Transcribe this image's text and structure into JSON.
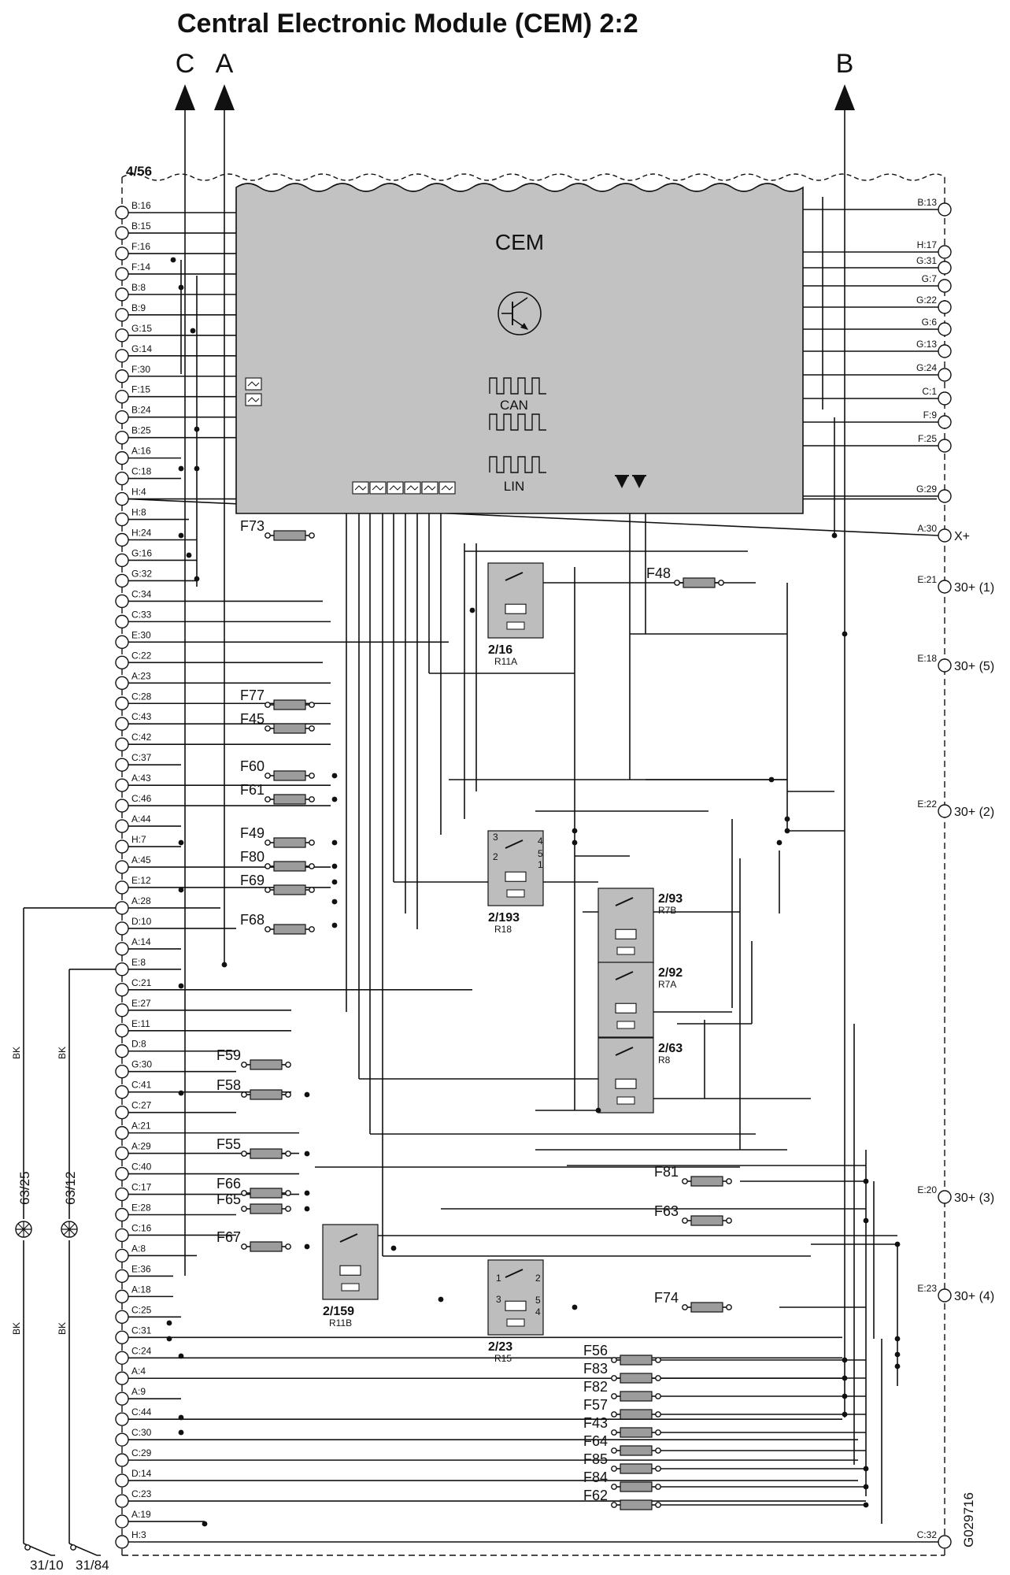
{
  "title": "Central Electronic Module (CEM) 2:2",
  "arrows": [
    "C",
    "A",
    "B"
  ],
  "connector_label": "4/56",
  "module": {
    "name": "CEM",
    "can": "CAN",
    "lin": "LIN"
  },
  "left_pins": [
    "B:16",
    "B:15",
    "F:16",
    "F:14",
    "B:8",
    "B:9",
    "G:15",
    "G:14",
    "F:30",
    "F:15",
    "B:24",
    "B:25",
    "A:16",
    "C:18",
    "H:4",
    "H:8",
    "H:24",
    "G:16",
    "G:32",
    "C:34",
    "C:33",
    "E:30",
    "C:22",
    "A:23",
    "C:28",
    "C:43",
    "C:42",
    "C:37",
    "A:43",
    "C:46",
    "A:44",
    "H:7",
    "A:45",
    "E:12",
    "A:28",
    "D:10",
    "A:14",
    "E:8",
    "C:21",
    "E:27",
    "E:11",
    "D:8",
    "G:30",
    "C:41",
    "C:27",
    "A:21",
    "A:29",
    "C:40",
    "C:17",
    "E:28",
    "C:16",
    "A:8",
    "E:36",
    "A:18",
    "C:25",
    "C:31",
    "C:24",
    "A:4",
    "A:9",
    "C:44",
    "C:30",
    "C:29",
    "D:14",
    "C:23",
    "A:19",
    "H:3"
  ],
  "right_pins": [
    "B:13",
    "H:17",
    "G:31",
    "G:7",
    "G:22",
    "G:6",
    "G:13",
    "G:24",
    "C:1",
    "F:9",
    "F:25",
    "G:29",
    "A:30",
    "E:21",
    "E:18",
    "E:22",
    "E:20",
    "E:23",
    "C:32"
  ],
  "supplies": [
    "X+",
    "30+ (1)",
    "30+ (5)",
    "30+ (2)",
    "30+ (3)",
    "30+ (4)"
  ],
  "fuses": [
    "F73",
    "F48",
    "F77",
    "F45",
    "F60",
    "F61",
    "F49",
    "F80",
    "F69",
    "F68",
    "F59",
    "F58",
    "F55",
    "F81",
    "F66",
    "F65",
    "F63",
    "F67",
    "F74",
    "F56",
    "F83",
    "F82",
    "F57",
    "F43",
    "F64",
    "F85",
    "F84",
    "F62"
  ],
  "relays": [
    {
      "id": "2/16",
      "name": "R11A"
    },
    {
      "id": "2/193",
      "name": "R18"
    },
    {
      "id": "2/93",
      "name": "R7B"
    },
    {
      "id": "2/92",
      "name": "R7A"
    },
    {
      "id": "2/63",
      "name": "R8"
    },
    {
      "id": "2/159",
      "name": "R11B"
    },
    {
      "id": "2/23",
      "name": "R15"
    }
  ],
  "relay_terminals": [
    "1",
    "2",
    "3",
    "4",
    "5"
  ],
  "ground_wires": [
    {
      "color": "BK",
      "lamp": "63/25",
      "ground": "31/10"
    },
    {
      "color": "BK",
      "lamp": "63/12",
      "ground": "31/84"
    }
  ],
  "figure_id": "G029716",
  "colors": {
    "module_fill": "#c2c2c2",
    "relay_fill": "#bdbdbd",
    "fuse_fill": "#9c9c9c",
    "line": "#111111"
  }
}
